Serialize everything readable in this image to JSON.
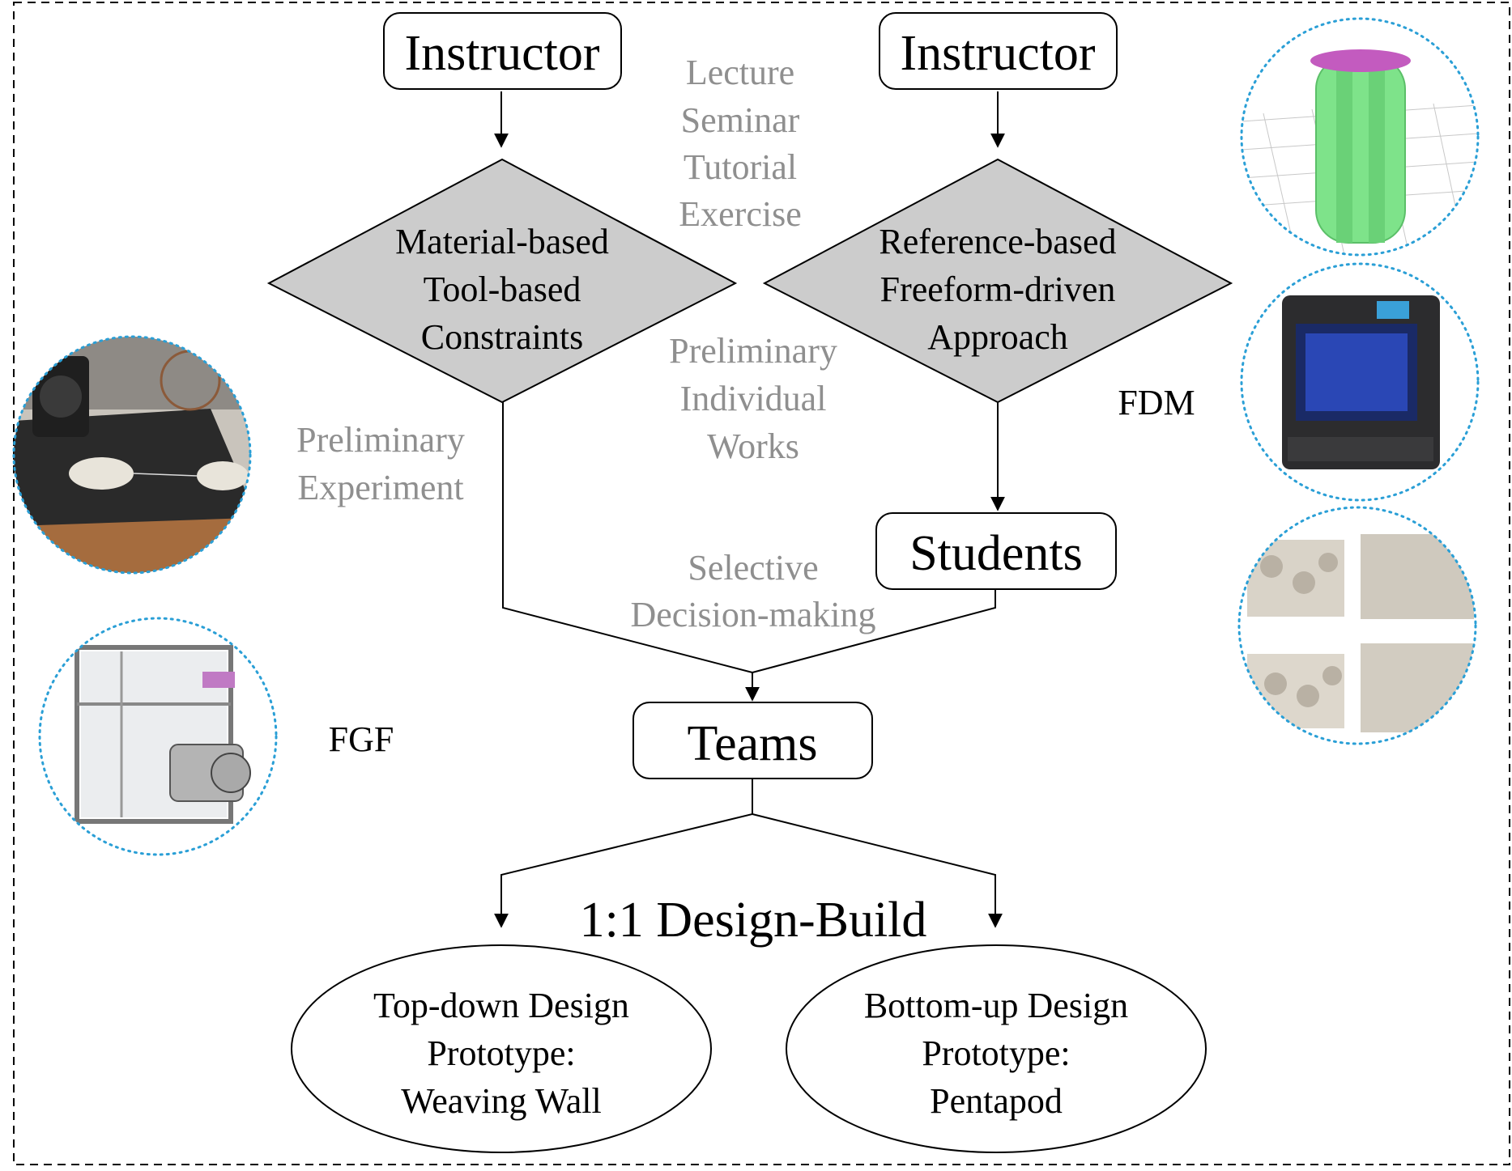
{
  "colors": {
    "stroke": "#000000",
    "diamond_fill": "#cccccc",
    "gray_text": "#8f8f8f",
    "dotted_circle": "#2a9fd6"
  },
  "nodes": {
    "instructor_left": "Instructor",
    "instructor_right": "Instructor",
    "diamond_left": [
      "Material-based",
      "Tool-based",
      "Constraints"
    ],
    "diamond_right": [
      "Reference-based",
      "Freeform-driven",
      "Approach"
    ],
    "students": "Students",
    "teams": "Teams",
    "design_build": "1:1 Design-Build",
    "ellipse_left": [
      "Top-down Design",
      "Prototype:",
      "Weaving Wall"
    ],
    "ellipse_right": [
      "Bottom-up Design",
      "Prototype:",
      "Pentapod"
    ]
  },
  "annotations": {
    "teaching_modes": [
      "Lecture",
      "Seminar",
      "Tutorial",
      "Exercise"
    ],
    "preliminary_individual": [
      "Preliminary",
      "Individual",
      "Works"
    ],
    "preliminary_experiment": [
      "Preliminary",
      "Experiment"
    ],
    "selective_decision": [
      "Selective",
      "Decision-making"
    ],
    "fdm": "FDM",
    "fgf": "FGF"
  },
  "images": {
    "left_top": "fgf-print-experiment-photo",
    "left_bottom": "fgf-printer-with-compressor-photo",
    "right_top": "pentapod-3d-model-render",
    "right_middle": "fdm-3d-printer-photo",
    "right_bottom": "printed-texture-samples-photo"
  }
}
